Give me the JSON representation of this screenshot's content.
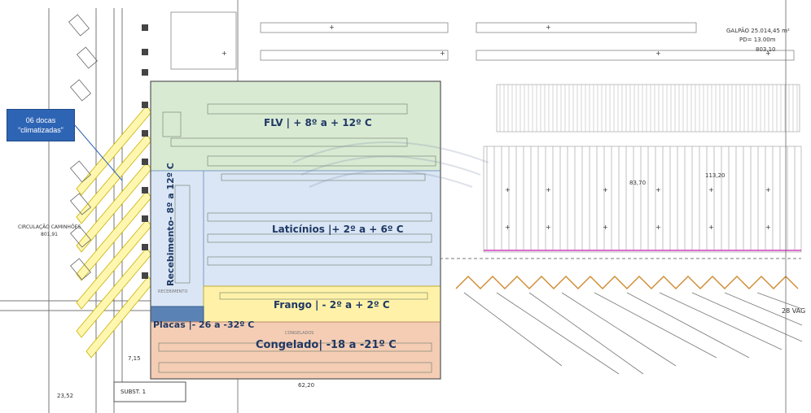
{
  "callout": {
    "line1": "06 docas",
    "line2": "“climatizadas”"
  },
  "zones": {
    "flv": "FLV | + 8º a + 12º C",
    "laticinios": "Laticínios |+ 2º a + 6º C",
    "frango": "Frango | - 2º a + 2º C",
    "congelado": "Congelado| -18 a -21º C",
    "placas": "Placas |- 26 a -32º C",
    "recebimento": "Recebimento- 8º a 12º C"
  },
  "annotations": {
    "galpao": "GALPÃO 25.014,45 m²",
    "pd": "PD= 13.00m",
    "level_top": "803,10",
    "circulacao": "CIRCULAÇÃO CAMINHÕES",
    "level_left": "801,91",
    "subst": "SUBST. 1",
    "dim_bottom": "62,20",
    "dim_left_bottom": "23,52",
    "dim_715": "7,15",
    "dim_8370": "83,70",
    "dim_11320": "113,20",
    "vagas": "28 VAG",
    "congelados_small": "CONGELADOS",
    "recebimento_small": "RECEBIMENTO"
  },
  "colors": {
    "flv": "#d9ead3",
    "laticinios": "#dae6f5",
    "frango": "#fff2a8",
    "congelado": "#f4cdb4",
    "placas": "#5b82b4",
    "dock_yellow": "#fff7b0",
    "callout": "#2e64b4"
  }
}
